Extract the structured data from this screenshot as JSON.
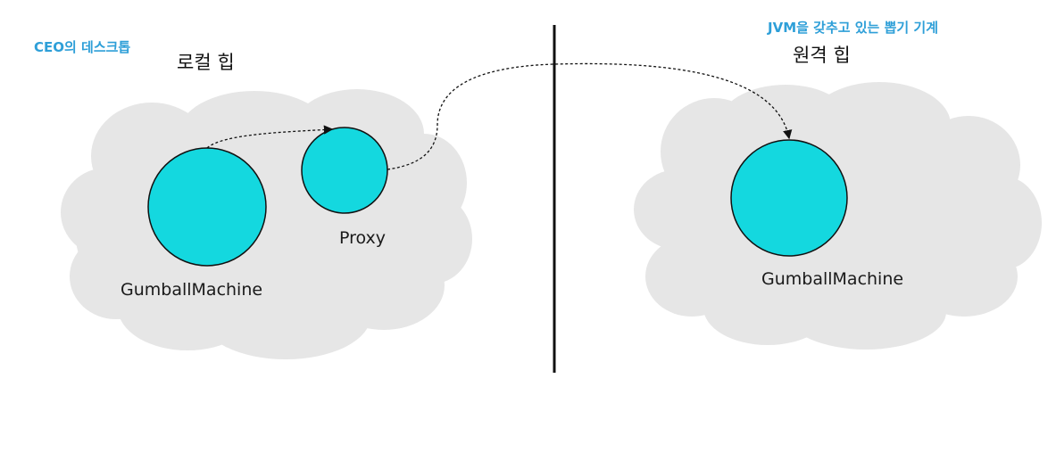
{
  "local": {
    "machine_title": "CEO의 데스크톱",
    "heap_title": "로컬 힙",
    "object_label": "GumballMachine",
    "proxy_label": "Proxy"
  },
  "remote": {
    "machine_title": "JVM을 갖추고 있는 뽑기 기계",
    "heap_title": "원격 힙",
    "object_label": "GumballMachine"
  },
  "colors": {
    "cloud": "#e6e6e6",
    "object_fill": "#14d8df",
    "caption_accent": "#2e9fd8",
    "divider": "#111111"
  }
}
